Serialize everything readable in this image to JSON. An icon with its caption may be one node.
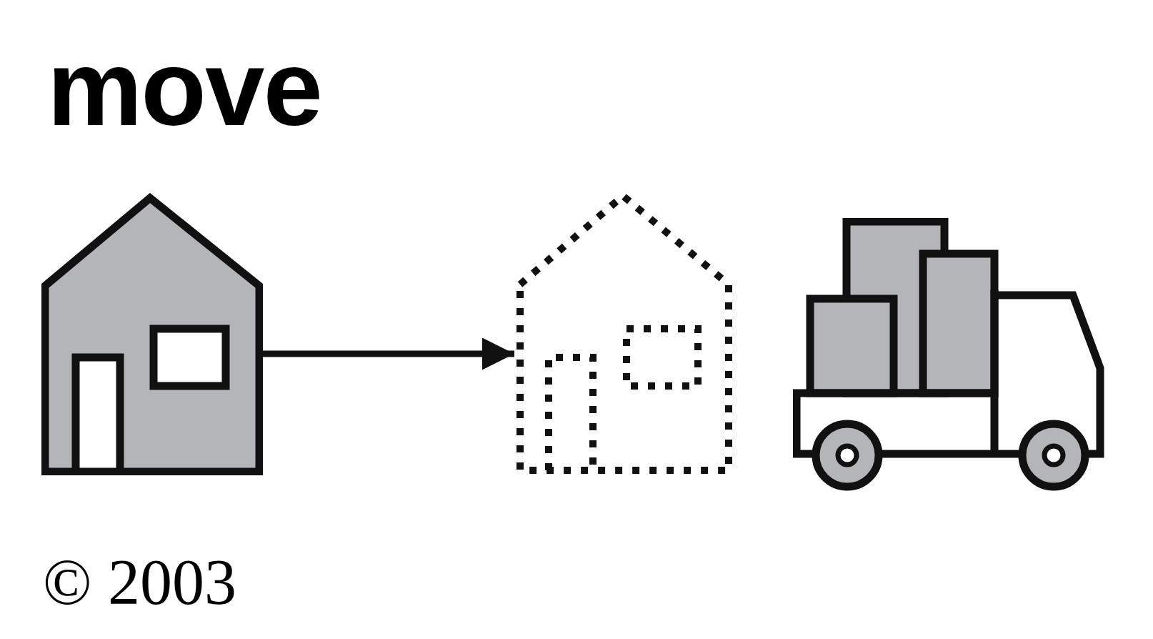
{
  "diagram": {
    "title": "move",
    "caption": "© 2003",
    "nodes": [
      {
        "text": [],
        "shape": "picture"
      },
      {
        "text": [],
        "shape": "picture"
      }
    ],
    "edges": [
      {
        "from": 0,
        "to": 1,
        "arrow": "to"
      }
    ]
  }
}
